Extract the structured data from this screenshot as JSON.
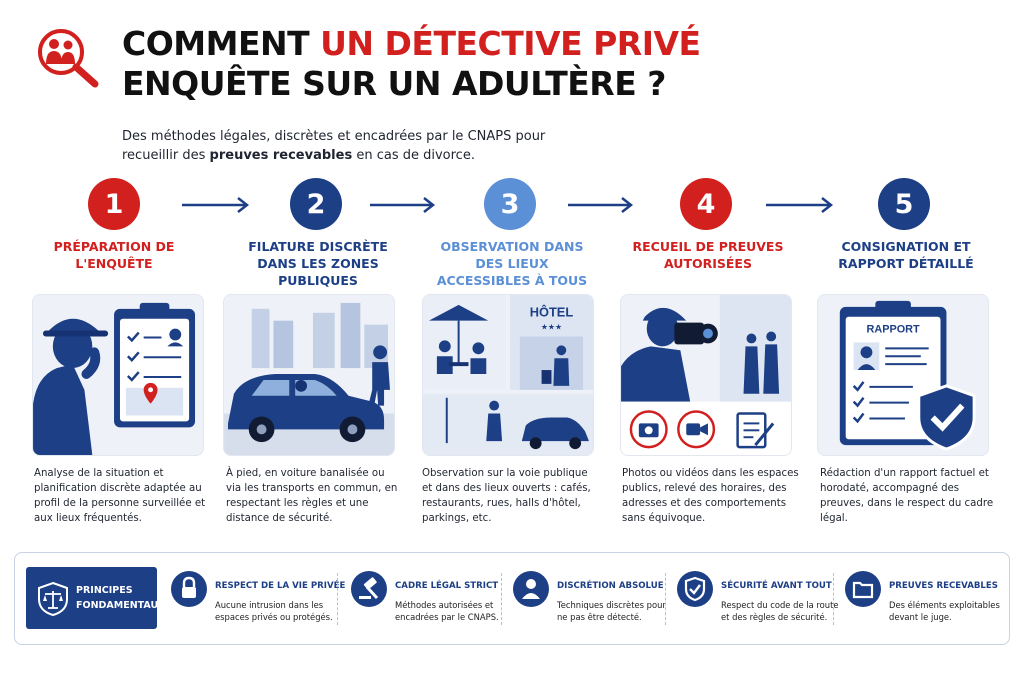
{
  "title": {
    "line1_dark": "COMMENT",
    "line1_red": "UN DÉTECTIVE PRIVÉ",
    "line2": "ENQUÊTE SUR UN ADULTÈRE ?"
  },
  "subtitle": {
    "part1": "Des méthodes légales, discrètes et encadrées par le CNAPS pour recueillir des ",
    "bold": "preuves recevables",
    "part2": " en cas de divorce."
  },
  "colors": {
    "red": "#d2201f",
    "navy": "#1d3f86",
    "light_blue": "#5b8fd6"
  },
  "steps": [
    {
      "number": "1",
      "title": "PRÉPARATION DE L'ENQUÊTE",
      "description": "Analyse de la situation et planification discrète adaptée au profil de la personne surveillée et aux lieux fréquentés."
    },
    {
      "number": "2",
      "title": "FILATURE DISCRÈTE DANS LES ZONES PUBLIQUES",
      "description": "À pied, en voiture banalisée ou via les transports en commun, en respectant les règles et une distance de sécurité."
    },
    {
      "number": "3",
      "title": "OBSERVATION DANS DES LIEUX ACCESSIBLES À TOUS",
      "description": "Observation sur la voie publique et dans des lieux ouverts : cafés, restaurants, rues, halls d'hôtel, parkings, etc."
    },
    {
      "number": "4",
      "title": "RECUEIL DE PREUVES AUTORISÉES",
      "description": "Photos ou vidéos dans les espaces publics, relevé des horaires, des adresses et des comportements sans équivoque."
    },
    {
      "number": "5",
      "title": "CONSIGNATION ET RAPPORT DÉTAILLÉ",
      "description": "Rédaction d'un rapport factuel et horodaté, accompagné des preuves, dans le respect du cadre légal."
    }
  ],
  "illustrations": {
    "hotel_sign": "HÔTEL",
    "hotel_stars": "★★★",
    "report_label": "RAPPORT"
  },
  "principles": {
    "badge_line1": "PRINCIPES",
    "badge_line2": "FONDAMENTAUX",
    "items": [
      {
        "icon": "lock-icon",
        "title": "RESPECT DE LA VIE PRIVÉE",
        "text": "Aucune intrusion dans les espaces privés ou protégés."
      },
      {
        "icon": "gavel-icon",
        "title": "CADRE LÉGAL STRICT",
        "text": "Méthodes autorisées et encadrées par le CNAPS."
      },
      {
        "icon": "person-icon",
        "title": "DISCRÉTION ABSOLUE",
        "text": "Techniques discrètes pour ne pas être détecté."
      },
      {
        "icon": "shield-check-icon",
        "title": "SÉCURITÉ AVANT TOUT",
        "text": "Respect du code de la route et des règles de sécurité."
      },
      {
        "icon": "folder-icon",
        "title": "PREUVES RECEVABLES",
        "text": "Des éléments exploitables devant le juge."
      }
    ]
  }
}
